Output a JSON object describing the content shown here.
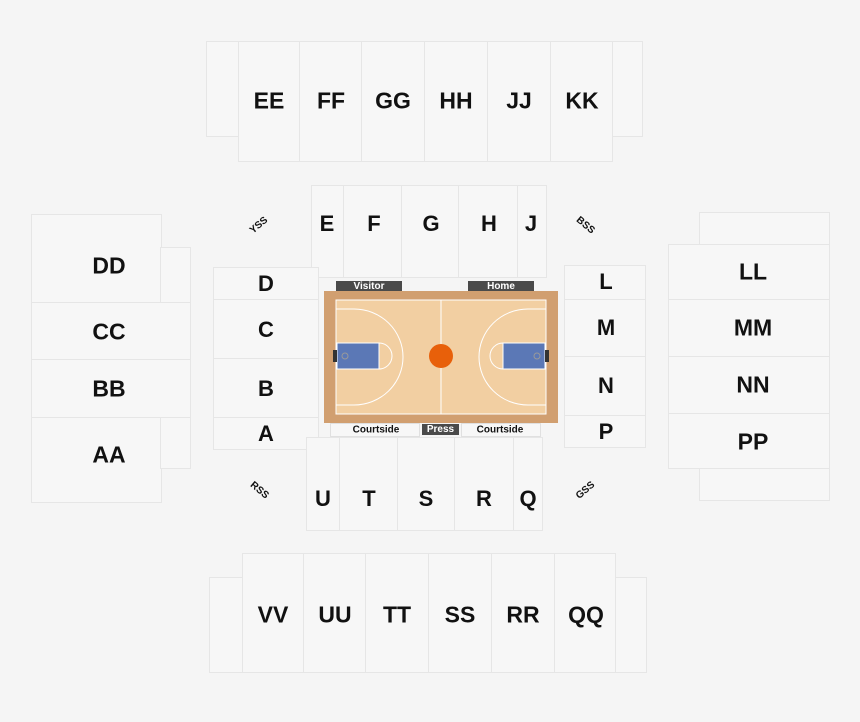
{
  "sections": {
    "top": [
      "EE",
      "FF",
      "GG",
      "HH",
      "JJ",
      "KK"
    ],
    "upper_baseline": [
      "E",
      "F",
      "G",
      "H",
      "J"
    ],
    "left_upper": [
      "DD",
      "CC",
      "BB",
      "AA"
    ],
    "left_lower": [
      "D",
      "C",
      "B",
      "A"
    ],
    "right_lower": [
      "L",
      "M",
      "N",
      "P"
    ],
    "right_upper": [
      "LL",
      "MM",
      "NN",
      "PP"
    ],
    "lower_baseline": [
      "U",
      "T",
      "S",
      "R",
      "Q"
    ],
    "bottom": [
      "VV",
      "UU",
      "TT",
      "SS",
      "RR",
      "QQ"
    ]
  },
  "corners": {
    "yss": "YSS",
    "bss": "BSS",
    "rss": "RSS",
    "gss": "GSS"
  },
  "court": {
    "visitor": "Visitor",
    "home": "Home",
    "courtside_left": "Courtside",
    "press": "Press",
    "courtside_right": "Courtside",
    "colors": {
      "floor": "#f2cfa2",
      "border": "#d19f70",
      "paint": "#5b78b6",
      "ball": "#e8600a"
    }
  }
}
